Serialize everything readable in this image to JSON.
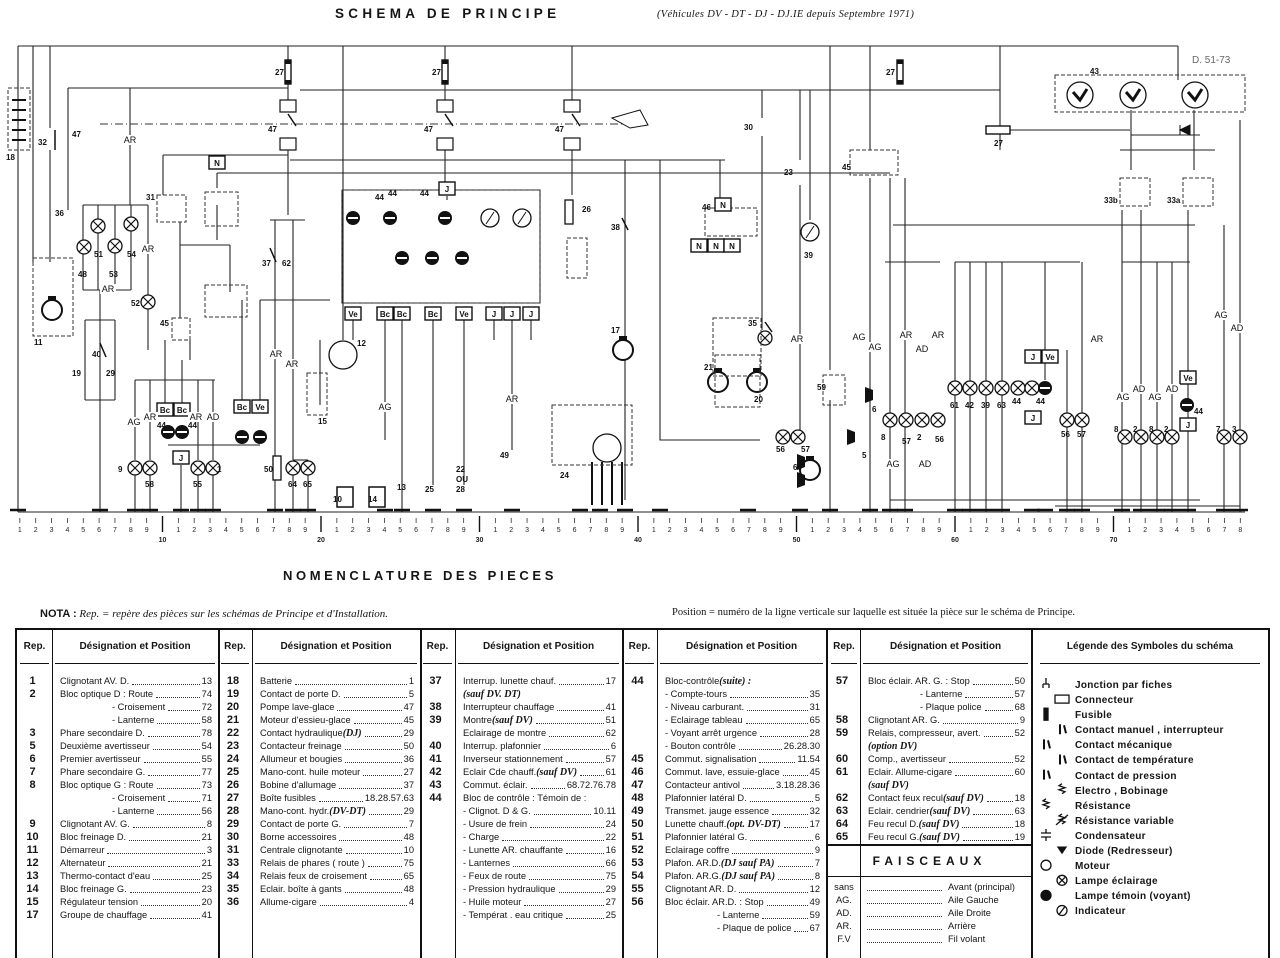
{
  "header": {
    "title": "SCHEMA DE PRINCIPE",
    "subtitle": "(Véhicules DV - DT - DJ - DJ.IE depuis Septembre 1971)",
    "drawing_ref": "D. 51-73"
  },
  "diagram": {
    "refs": [
      "18",
      "32",
      "47",
      "36",
      "11",
      "48",
      "51",
      "53",
      "54",
      "52",
      "31",
      "45",
      "40",
      "19",
      "29",
      "44",
      "44",
      "9",
      "58",
      "55",
      "1",
      "37",
      "62",
      "50",
      "64",
      "65",
      "12",
      "15",
      "10",
      "14",
      "13",
      "27",
      "27",
      "27",
      "27",
      "47",
      "47",
      "47",
      "26",
      "24",
      "17",
      "38",
      "49",
      "25",
      "22",
      "OU",
      "28",
      "46",
      "21",
      "20",
      "30",
      "23",
      "39",
      "35",
      "56",
      "57",
      "60",
      "59",
      "45",
      "6",
      "5",
      "8",
      "57",
      "2",
      "56",
      "61",
      "42",
      "39",
      "63",
      "44",
      "44",
      "56",
      "57",
      "43",
      "33b",
      "33a",
      "8",
      "2",
      "8",
      "2",
      "44",
      "7",
      "3",
      "44",
      "44",
      "44"
    ],
    "boxes": [
      "N",
      "J",
      "Ve",
      "Bc",
      "Bc",
      "Bc",
      "Ve",
      "J",
      "J",
      "J",
      "Bc",
      "Bc",
      "J",
      "Bc",
      "Ve",
      "N",
      "N",
      "N",
      "N",
      "J",
      "Ve",
      "J",
      "Ve",
      "J"
    ],
    "harness": [
      "AR",
      "AR",
      "AR",
      "AG",
      "AR",
      "AR",
      "AD",
      "AR",
      "AR",
      "AG",
      "AR",
      "AR",
      "AR",
      "AG",
      "AG",
      "AR",
      "AD",
      "AR",
      "AG",
      "AD",
      "AG",
      "AD",
      "AG",
      "AD",
      "AG",
      "AD"
    ]
  },
  "ruler": {
    "count": 78,
    "decades": [
      "10",
      "20",
      "30",
      "40",
      "50",
      "60",
      "70"
    ],
    "digits": [
      "1",
      "2",
      "3",
      "4",
      "5",
      "6",
      "7",
      "8",
      "9"
    ]
  },
  "nomenclature": {
    "title": "NOMENCLATURE DES PIECES",
    "nota_label": "NOTA :",
    "nota_text": "Rep. = repère des pièces sur les schémas de Principe et d'Installation.",
    "position_note": "Position = numéro de la ligne verticale sur laquelle est située la pièce sur le schéma de Principe."
  },
  "table": {
    "rep_header": "Rep.",
    "des_header": "Désignation et Position",
    "columns": [
      {
        "rows": [
          {
            "r": "1",
            "t": "Clignotant AV. D.",
            "p": "13"
          },
          {
            "r": "2",
            "t": "Bloc optique D : Route",
            "p": "74"
          },
          {
            "r": "",
            "t": "- Croisement",
            "p": "72",
            "i": true
          },
          {
            "r": "",
            "t": "- Lanterne",
            "p": "58",
            "i": true
          },
          {
            "r": "3",
            "t": "Phare secondaire D.",
            "p": "78"
          },
          {
            "r": "5",
            "t": "Deuxième avertisseur",
            "p": "54"
          },
          {
            "r": "6",
            "t": "Premier avertisseur",
            "p": "55"
          },
          {
            "r": "7",
            "t": "Phare secondaire G.",
            "p": "77"
          },
          {
            "r": "8",
            "t": "Bloc optique G : Route",
            "p": "73"
          },
          {
            "r": "",
            "t": "- Croisement",
            "p": "71",
            "i": true
          },
          {
            "r": "",
            "t": "- Lanterne",
            "p": "56",
            "i": true
          },
          {
            "r": "9",
            "t": "Clignotant AV. G.",
            "p": "8"
          },
          {
            "r": "10",
            "t": "Bloc freinage D.",
            "p": "21"
          },
          {
            "r": "11",
            "t": "Démarreur",
            "p": "3"
          },
          {
            "r": "12",
            "t": "Alternateur",
            "p": "21"
          },
          {
            "r": "13",
            "t": "Thermo-contact d'eau",
            "p": "25"
          },
          {
            "r": "14",
            "t": "Bloc freinage G.",
            "p": "23"
          },
          {
            "r": "15",
            "t": "Régulateur tension",
            "p": "20"
          },
          {
            "r": "17",
            "t": "Groupe de chauffage",
            "p": "41"
          }
        ]
      },
      {
        "rows": [
          {
            "r": "18",
            "t": "Batterie",
            "p": "1"
          },
          {
            "r": "19",
            "t": "Contact de porte D.",
            "p": "5"
          },
          {
            "r": "20",
            "t": "Pompe lave-glace",
            "p": "47"
          },
          {
            "r": "21",
            "t": "Moteur d'essieu-glace",
            "p": "45"
          },
          {
            "r": "22",
            "t": "Contact hydraulique ",
            "e": "(DJ)",
            "p": "29"
          },
          {
            "r": "23",
            "t": "Contacteur freinage",
            "p": "50"
          },
          {
            "r": "24",
            "t": "Allumeur et bougies",
            "p": "36"
          },
          {
            "r": "25",
            "t": "Mano-cont. huile moteur",
            "p": "27"
          },
          {
            "r": "26",
            "t": "Bobine d'allumage",
            "p": "37"
          },
          {
            "r": "27",
            "t": "Boîte fusibles",
            "p": "18.28.57.63"
          },
          {
            "r": "28",
            "t": "Mano-cont. hydr. ",
            "e": "(DV-DT)",
            "p": "29"
          },
          {
            "r": "29",
            "t": "Contact de porte G.",
            "p": "7"
          },
          {
            "r": "30",
            "t": "Borne accessoires",
            "p": "48"
          },
          {
            "r": "31",
            "t": "Centrale clignotante",
            "p": "10"
          },
          {
            "r": "33",
            "t": "Relais de phares ( route )",
            "p": "75"
          },
          {
            "r": "34",
            "t": "Relais feux de croisement",
            "p": "65"
          },
          {
            "r": "35",
            "t": "Eclair. boîte à gants",
            "p": "48"
          },
          {
            "r": "36",
            "t": "Allume-cigare",
            "p": "4"
          }
        ]
      },
      {
        "rows": [
          {
            "r": "37",
            "t": "Interrup. lunette chauf.",
            "p": "17"
          },
          {
            "r": "",
            "t": "",
            "e": "(sauf DV. DT)"
          },
          {
            "r": "38",
            "t": "Interrupteur chauffage",
            "p": "41"
          },
          {
            "r": "39",
            "t": "Montre ",
            "e": "(sauf DV)",
            "p": "51"
          },
          {
            "r": "",
            "t": "Eclairage de montre",
            "p": "62"
          },
          {
            "r": "40",
            "t": "Interrup. plafonnier",
            "p": "6"
          },
          {
            "r": "41",
            "t": "Inverseur stationnement",
            "p": "57"
          },
          {
            "r": "42",
            "t": "Eclair Cde chauff. ",
            "e": "(sauf DV)",
            "p": "61"
          },
          {
            "r": "43",
            "t": "Commut. éclair.",
            "p": "68.72.76.78"
          },
          {
            "r": "44",
            "t": "Bloc de contrôle : Témoin de :"
          },
          {
            "r": "",
            "t": "- Clignot. D & G.",
            "p": "10.11"
          },
          {
            "r": "",
            "t": "- Usure de frein",
            "p": "24"
          },
          {
            "r": "",
            "t": "- Charge",
            "p": "22"
          },
          {
            "r": "",
            "t": "- Lunette AR. chauffante",
            "p": "16"
          },
          {
            "r": "",
            "t": "- Lanternes",
            "p": "66"
          },
          {
            "r": "",
            "t": "- Feux de route",
            "p": "75"
          },
          {
            "r": "",
            "t": "- Pression hydraulique",
            "p": "29"
          },
          {
            "r": "",
            "t": "- Huile moteur",
            "p": "27"
          },
          {
            "r": "",
            "t": "- Températ . eau critique",
            "p": "25"
          }
        ]
      },
      {
        "rows": [
          {
            "r": "44",
            "t": "Bloc-contrôle ",
            "e": "(suite) :"
          },
          {
            "r": "",
            "t": "- Compte-tours",
            "p": "35"
          },
          {
            "r": "",
            "t": "- Niveau carburant.",
            "p": "31"
          },
          {
            "r": "",
            "t": "- Eclairage tableau",
            "p": "65"
          },
          {
            "r": "",
            "t": "- Voyant arrêt urgence",
            "p": "28"
          },
          {
            "r": "",
            "t": "- Bouton contrôle",
            "p": "26.28.30"
          },
          {
            "r": "45",
            "t": "Commut. signalisation",
            "p": "11.54"
          },
          {
            "r": "46",
            "t": "Commut. lave, essuie-glace",
            "p": "45"
          },
          {
            "r": "47",
            "t": "Contacteur antivol",
            "p": "3.18.28.36"
          },
          {
            "r": "48",
            "t": "Plafonnier latéral D.",
            "p": "5"
          },
          {
            "r": "49",
            "t": "Transmet. jauge essence",
            "p": "32"
          },
          {
            "r": "50",
            "t": "Lunette chauff. ",
            "e": "(opt. DV-DT)",
            "p": "17"
          },
          {
            "r": "51",
            "t": "Plafonnier latéral G.",
            "p": "6"
          },
          {
            "r": "52",
            "t": "Eclairage coffre",
            "p": "9"
          },
          {
            "r": "53",
            "t": "Plafon. AR.D. ",
            "e": "(DJ sauf PA)",
            "p": "7"
          },
          {
            "r": "54",
            "t": "Plafon. AR.G. ",
            "e": "(DJ sauf PA)",
            "p": "8"
          },
          {
            "r": "55",
            "t": "Clignotant AR. D.",
            "p": "12"
          },
          {
            "r": "56",
            "t": "Bloc éclair. AR.D. : Stop",
            "p": "49"
          },
          {
            "r": "",
            "t": "- Lanterne",
            "p": "59",
            "i": true
          },
          {
            "r": "",
            "t": "- Plaque de police",
            "p": "67",
            "i": true
          }
        ]
      },
      {
        "rows": [
          {
            "r": "57",
            "t": "Bloc éclair. AR. G. : Stop",
            "p": "50"
          },
          {
            "r": "",
            "t": "- Lanterne",
            "p": "57",
            "i": true
          },
          {
            "r": "",
            "t": "- Plaque police",
            "p": "68",
            "i": true
          },
          {
            "r": "58",
            "t": "Clignotant AR. G.",
            "p": "9"
          },
          {
            "r": "59",
            "t": "Relais, compresseur, avert.",
            "p": "52"
          },
          {
            "r": "",
            "t": "",
            "e": "(option DV)"
          },
          {
            "r": "60",
            "t": "Comp., avertisseur",
            "p": "52"
          },
          {
            "r": "61",
            "t": "Eclair. Allume-cigare",
            "p": "60"
          },
          {
            "r": "",
            "t": "",
            "e": "(sauf DV)"
          },
          {
            "r": "62",
            "t": "Contact feux recul ",
            "e": "(sauf DV)",
            "p": "18"
          },
          {
            "r": "63",
            "t": "Eclair. cendrier ",
            "e": "(sauf DV)",
            "p": "63"
          },
          {
            "r": "64",
            "t": "Feu recul D. ",
            "e": "(sauf DV)",
            "p": "18"
          },
          {
            "r": "65",
            "t": "Feu recul G. ",
            "e": "(sauf DV)",
            "p": "19"
          }
        ]
      }
    ]
  },
  "faisceaux": {
    "title": "FAISCEAUX",
    "rows": [
      {
        "code": "sans",
        "label": "Avant (principal)"
      },
      {
        "code": "AG.",
        "label": "Aile Gauche"
      },
      {
        "code": "AD.",
        "label": "Aile Droite"
      },
      {
        "code": "AR.",
        "label": "Arrière"
      },
      {
        "code": "F.V",
        "label": "Fil volant"
      }
    ]
  },
  "legend": {
    "title": "Légende des Symboles du schéma",
    "items": [
      {
        "label": "Jonction par fiches",
        "icon": "plug-junction"
      },
      {
        "label": "Connecteur",
        "icon": "connector"
      },
      {
        "label": "Fusible",
        "icon": "fuse"
      },
      {
        "label": "Contact manuel , interrupteur",
        "icon": "manual-switch"
      },
      {
        "label": "Contact mécanique",
        "icon": "mechanical-contact"
      },
      {
        "label": "Contact de température",
        "icon": "temperature-contact"
      },
      {
        "label": "Contact de pression",
        "icon": "pressure-contact"
      },
      {
        "label": "Electro , Bobinage",
        "icon": "coil"
      },
      {
        "label": "Résistance",
        "icon": "resistor"
      },
      {
        "label": "Résistance variable",
        "icon": "variable-resistor"
      },
      {
        "label": "Condensateur",
        "icon": "capacitor"
      },
      {
        "label": "Diode (Redresseur)",
        "icon": "diode"
      },
      {
        "label": "Moteur",
        "icon": "motor"
      },
      {
        "label": "Lampe éclairage",
        "icon": "lamp"
      },
      {
        "label": "Lampe témoin (voyant)",
        "icon": "indicator-lamp"
      },
      {
        "label": "Indicateur",
        "icon": "gauge"
      }
    ]
  }
}
